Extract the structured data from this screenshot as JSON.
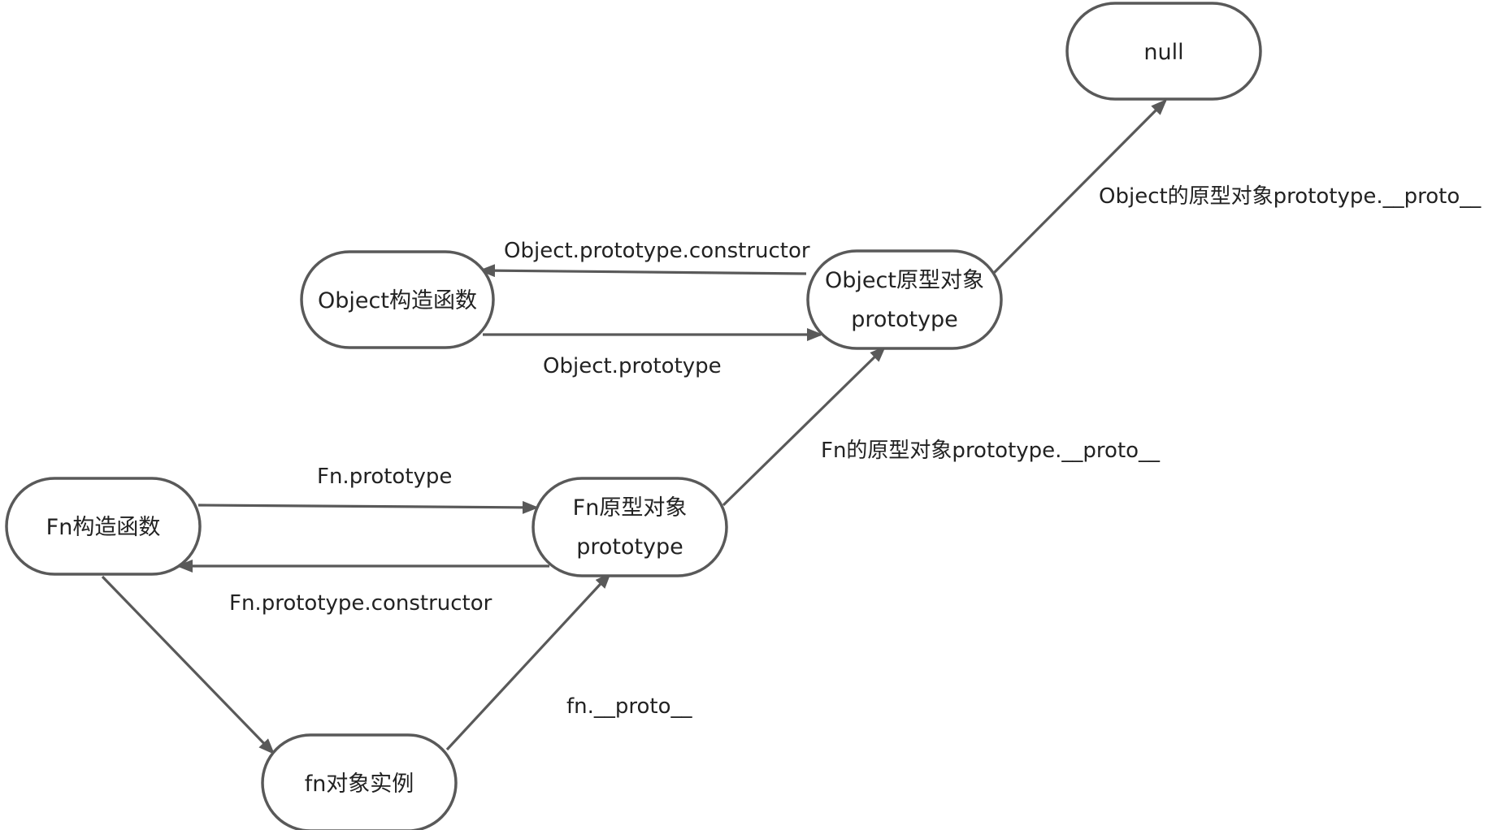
{
  "diagram": {
    "nodes": {
      "null_node": {
        "label": "null"
      },
      "object_constructor": {
        "label": "Object构造函数"
      },
      "object_prototype": {
        "line1": "Object原型对象",
        "line2": "prototype"
      },
      "fn_constructor": {
        "label": "Fn构造函数"
      },
      "fn_prototype": {
        "line1": "Fn原型对象",
        "line2": "prototype"
      },
      "fn_instance": {
        "label": "fn对象实例"
      }
    },
    "edges": {
      "object_proto_to_null": "Object的原型对象prototype.__proto__",
      "object_proto_constructor": "Object.prototype.constructor",
      "object_prototype": "Object.prototype",
      "fn_proto_to_object_proto": "Fn的原型对象prototype.__proto__",
      "fn_prototype": "Fn.prototype",
      "fn_proto_constructor": "Fn.prototype.constructor",
      "fn_instance_proto": "fn.__proto__"
    },
    "colors": {
      "stroke": "#595959",
      "text": "#222222",
      "background": "#ffffff"
    }
  }
}
